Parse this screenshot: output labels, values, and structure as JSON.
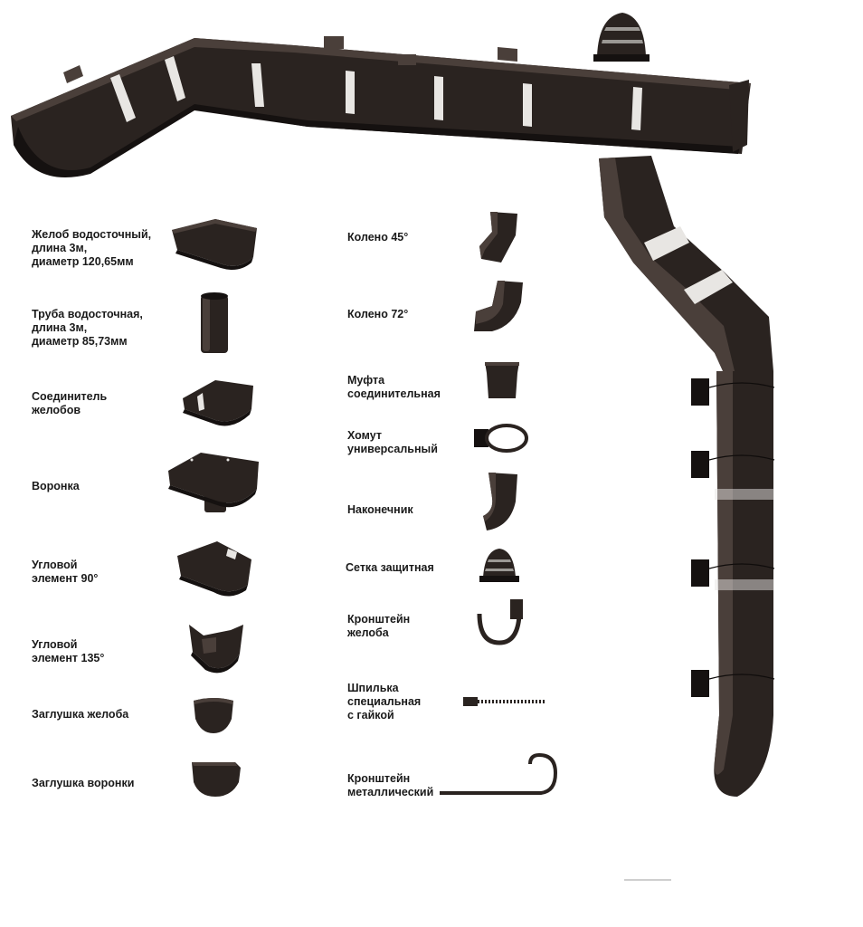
{
  "colors": {
    "part": "#2a2320",
    "highlight": "#4a3f3a",
    "shadow": "#151110",
    "background": "#ffffff"
  },
  "left_column": [
    {
      "id": "gutter",
      "label": "Желоб водосточный,\nдлина 3м,\nдиаметр 120,65мм"
    },
    {
      "id": "pipe",
      "label": "Труба водосточная,\nдлина 3м,\nдиаметр 85,73мм"
    },
    {
      "id": "gutter-connector",
      "label": "Соединитель\nжелобов"
    },
    {
      "id": "funnel",
      "label": "Воронка"
    },
    {
      "id": "corner-90",
      "label": "Угловой\nэлемент 90°"
    },
    {
      "id": "corner-135",
      "label": "Угловой\nэлемент 135°"
    },
    {
      "id": "gutter-cap",
      "label": "Заглушка желоба"
    },
    {
      "id": "funnel-cap",
      "label": "Заглушка воронки"
    }
  ],
  "right_column": [
    {
      "id": "elbow-45",
      "label": "Колено 45°"
    },
    {
      "id": "elbow-72",
      "label": "Колено 72°"
    },
    {
      "id": "coupling",
      "label": "Муфта\nсоединительная"
    },
    {
      "id": "clamp",
      "label": "Хомут\nуниверсальный"
    },
    {
      "id": "outlet",
      "label": "Наконечник"
    },
    {
      "id": "leaf-guard",
      "label": "Сетка защитная"
    },
    {
      "id": "gutter-bracket",
      "label": "Кронштейн\nжелоба"
    },
    {
      "id": "stud",
      "label": "Шпилька\nспециальная\nс гайкой"
    },
    {
      "id": "metal-bracket",
      "label": "Кронштейн\nметаллический"
    }
  ]
}
